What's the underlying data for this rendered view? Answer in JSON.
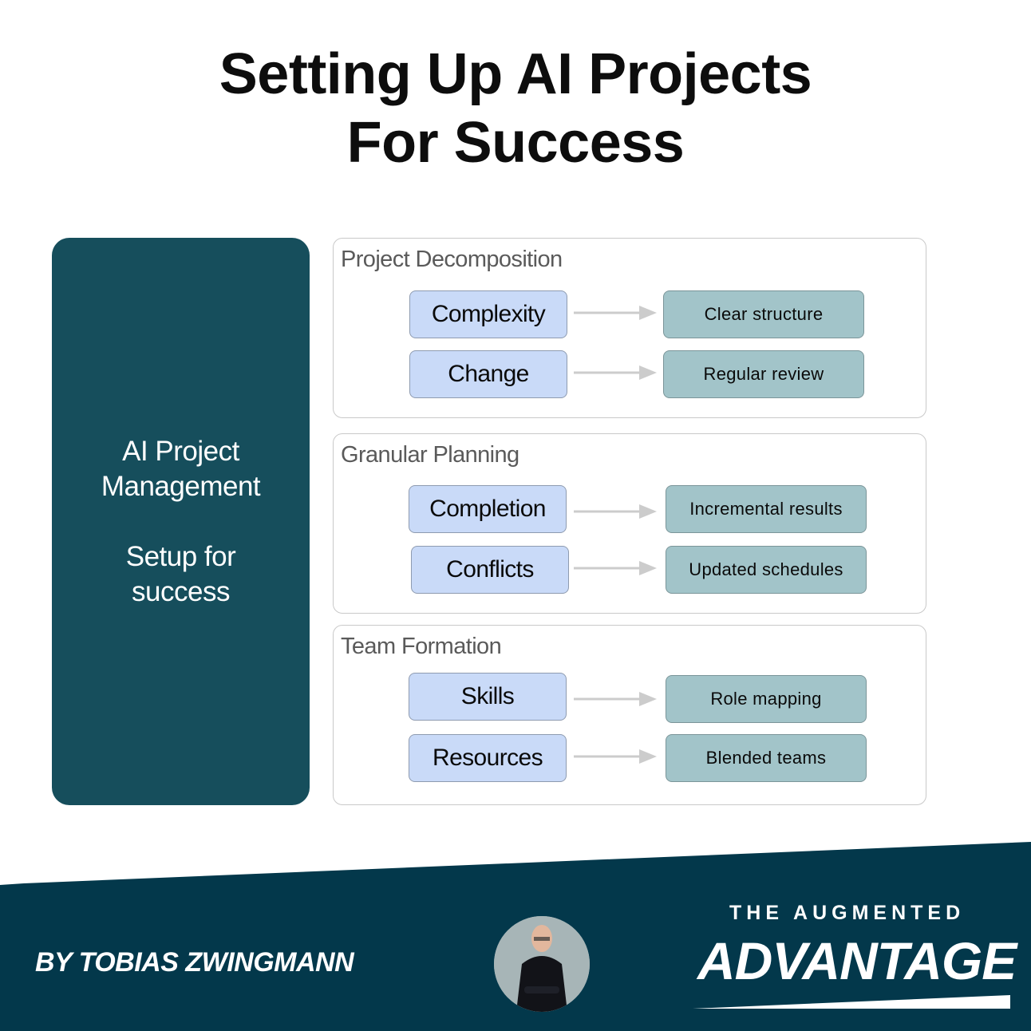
{
  "title": {
    "line1": "Setting Up AI Projects",
    "line2": "For Success"
  },
  "left_panel": {
    "line1": "AI Project",
    "line2": "Management",
    "line3": "Setup for",
    "line4": "success",
    "color": "#164e5c"
  },
  "sections": [
    {
      "title": "Project Decomposition",
      "rows": [
        {
          "from": "Complexity",
          "to": "Clear structure"
        },
        {
          "from": "Change",
          "to": "Regular review"
        }
      ]
    },
    {
      "title": "Granular Planning",
      "rows": [
        {
          "from": "Completion",
          "to": "Incremental results"
        },
        {
          "from": "Conflicts",
          "to": "Updated schedules"
        }
      ]
    },
    {
      "title": "Team Formation",
      "rows": [
        {
          "from": "Skills",
          "to": "Role mapping"
        },
        {
          "from": "Resources",
          "to": "Blended teams"
        }
      ]
    }
  ],
  "colors": {
    "left_box": "#c9daf8",
    "right_box": "#a2c4c9",
    "arrow": "#cccccc",
    "footer": "#03384b"
  },
  "footer": {
    "byline": "BY TOBIAS ZWINGMANN",
    "brand_top": "THE AUGMENTED",
    "brand_main": "ADVANTAGE",
    "avatar_icon": "author-photo"
  }
}
